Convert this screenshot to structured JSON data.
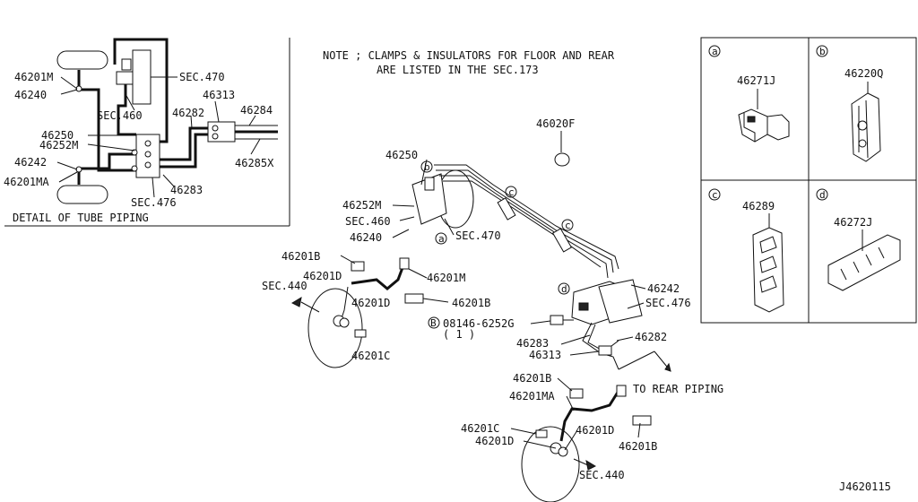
{
  "note": {
    "line1": "NOTE ; CLAMPS & INSULATORS FOR FLOOR AND REAR",
    "line2": "ARE LISTED IN THE SEC.173"
  },
  "detail": {
    "title": "DETAIL OF TUBE PIPING",
    "labels": {
      "p46201M": "46201M",
      "p46240": "46240",
      "sec470": "SEC.470",
      "sec460": "SEC.460",
      "p46313": "46313",
      "p46282": "46282",
      "p46284": "46284",
      "p46250": "46250",
      "p46252M": "46252M",
      "p46242": "46242",
      "p46285X": "46285X",
      "p46201MA": "46201MA",
      "p46283": "46283",
      "sec476": "SEC.476"
    }
  },
  "legend": {
    "a": {
      "mark": "a",
      "part": "46271J"
    },
    "b": {
      "mark": "b",
      "part": "46220Q"
    },
    "c": {
      "mark": "c",
      "part": "46289"
    },
    "d": {
      "mark": "d",
      "part": "46272J"
    }
  },
  "main": {
    "p46020F": "46020F",
    "p46250": "46250",
    "p46252M": "46252M",
    "sec460": "SEC.460",
    "p46240": "46240",
    "sec470": "SEC.470",
    "p46201B_1": "46201B",
    "p46201D_1": "46201D",
    "p46201M": "46201M",
    "sec440_1": "SEC.440",
    "p46201D_2": "46201D",
    "p46201B_2": "46201B",
    "p46201C_1": "46201C",
    "bolt_mark": "B",
    "bolt_part": "08146-6252G",
    "bolt_qty": "( 1 )",
    "p46242": "46242",
    "sec476": "SEC.476",
    "p46282": "46282",
    "p46283": "46283",
    "p46313": "46313",
    "to_rear": "TO REAR PIPING",
    "p46201B_3": "46201B",
    "p46201MA": "46201MA",
    "p46201C_2": "46201C",
    "p46201D_3": "46201D",
    "p46201D_4": "46201D",
    "p46201B_4": "46201B",
    "sec440_2": "SEC.440",
    "mark_a": "a",
    "mark_b": "b",
    "mark_c1": "c",
    "mark_c2": "c",
    "mark_d": "d"
  },
  "diagram_id": "J4620115"
}
